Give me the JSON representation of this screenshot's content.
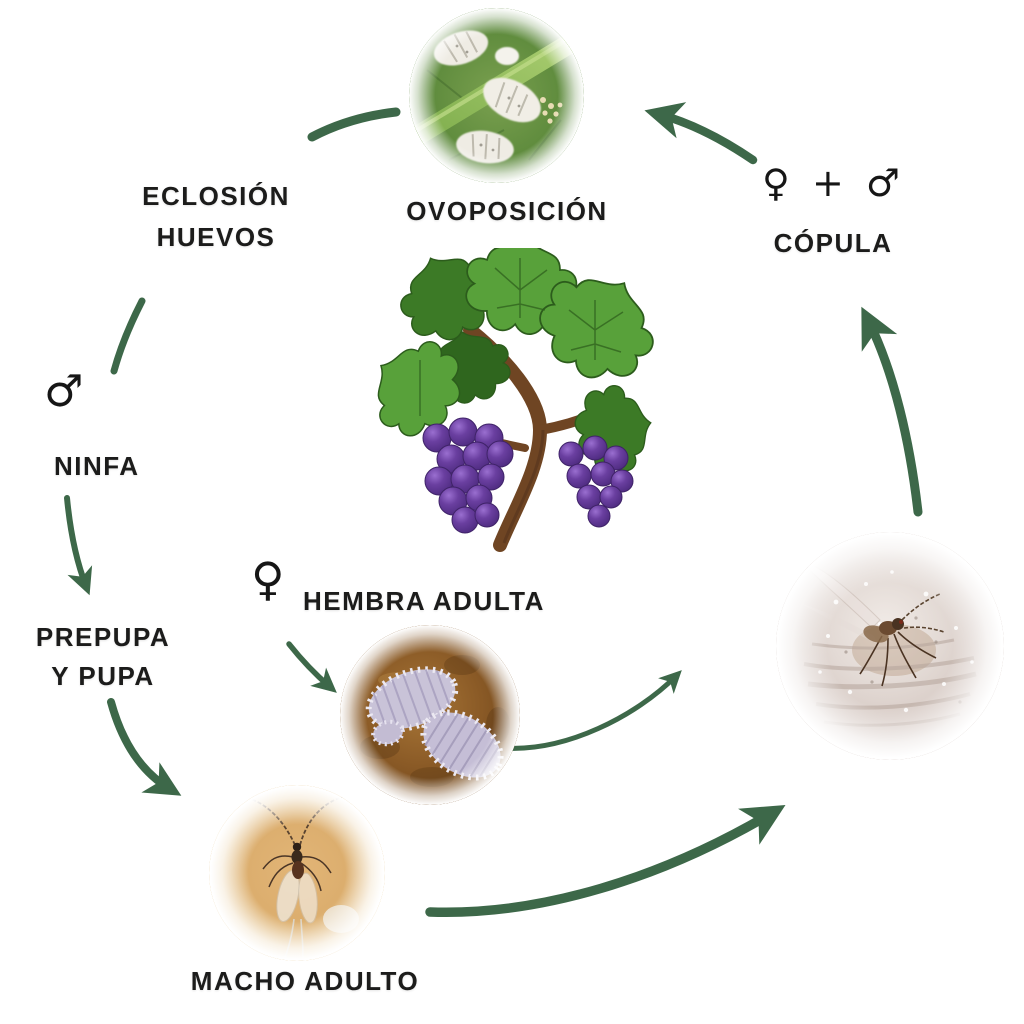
{
  "diagram": {
    "background": "#ffffff",
    "labels": {
      "ovoposicion": "OVOPOSICIÓN",
      "eclosion_line1": "ECLOSIÓN",
      "eclosion_line2": "HUEVOS",
      "ninfa": "NINFA",
      "prepupa_line1": "PREPUPA",
      "prepupa_line2": "Y PUPA",
      "hembra_adulta": "HEMBRA ADULTA",
      "macho_adulto": "MACHO ADULTO",
      "copula": "CÓPULA"
    },
    "symbols": {
      "copula_pair": "♀ + ♂",
      "ninfa_male": "♂",
      "hembra_female": "♀"
    },
    "photos": {
      "ovoposicion": "mealybugs and eggs on green leaf",
      "hembra_adulta": "two adult female mealybugs on brown bark",
      "macho_adulto": "winged male mealybug on tan background",
      "copula": "winged male mealybug on waxy white female"
    },
    "colors": {
      "arrow_green": "#3d6849",
      "text": "#1c1c1b",
      "grape_purple": "#6a3fa0",
      "leaf_green": "#4c8a33"
    },
    "cycle_order": [
      "OVOPOSICIÓN",
      "ECLOSIÓN HUEVOS",
      "NINFA",
      "PREPUPA Y PUPA",
      "MACHO ADULTO",
      "HEMBRA ADULTA",
      "CÓPULA"
    ]
  }
}
